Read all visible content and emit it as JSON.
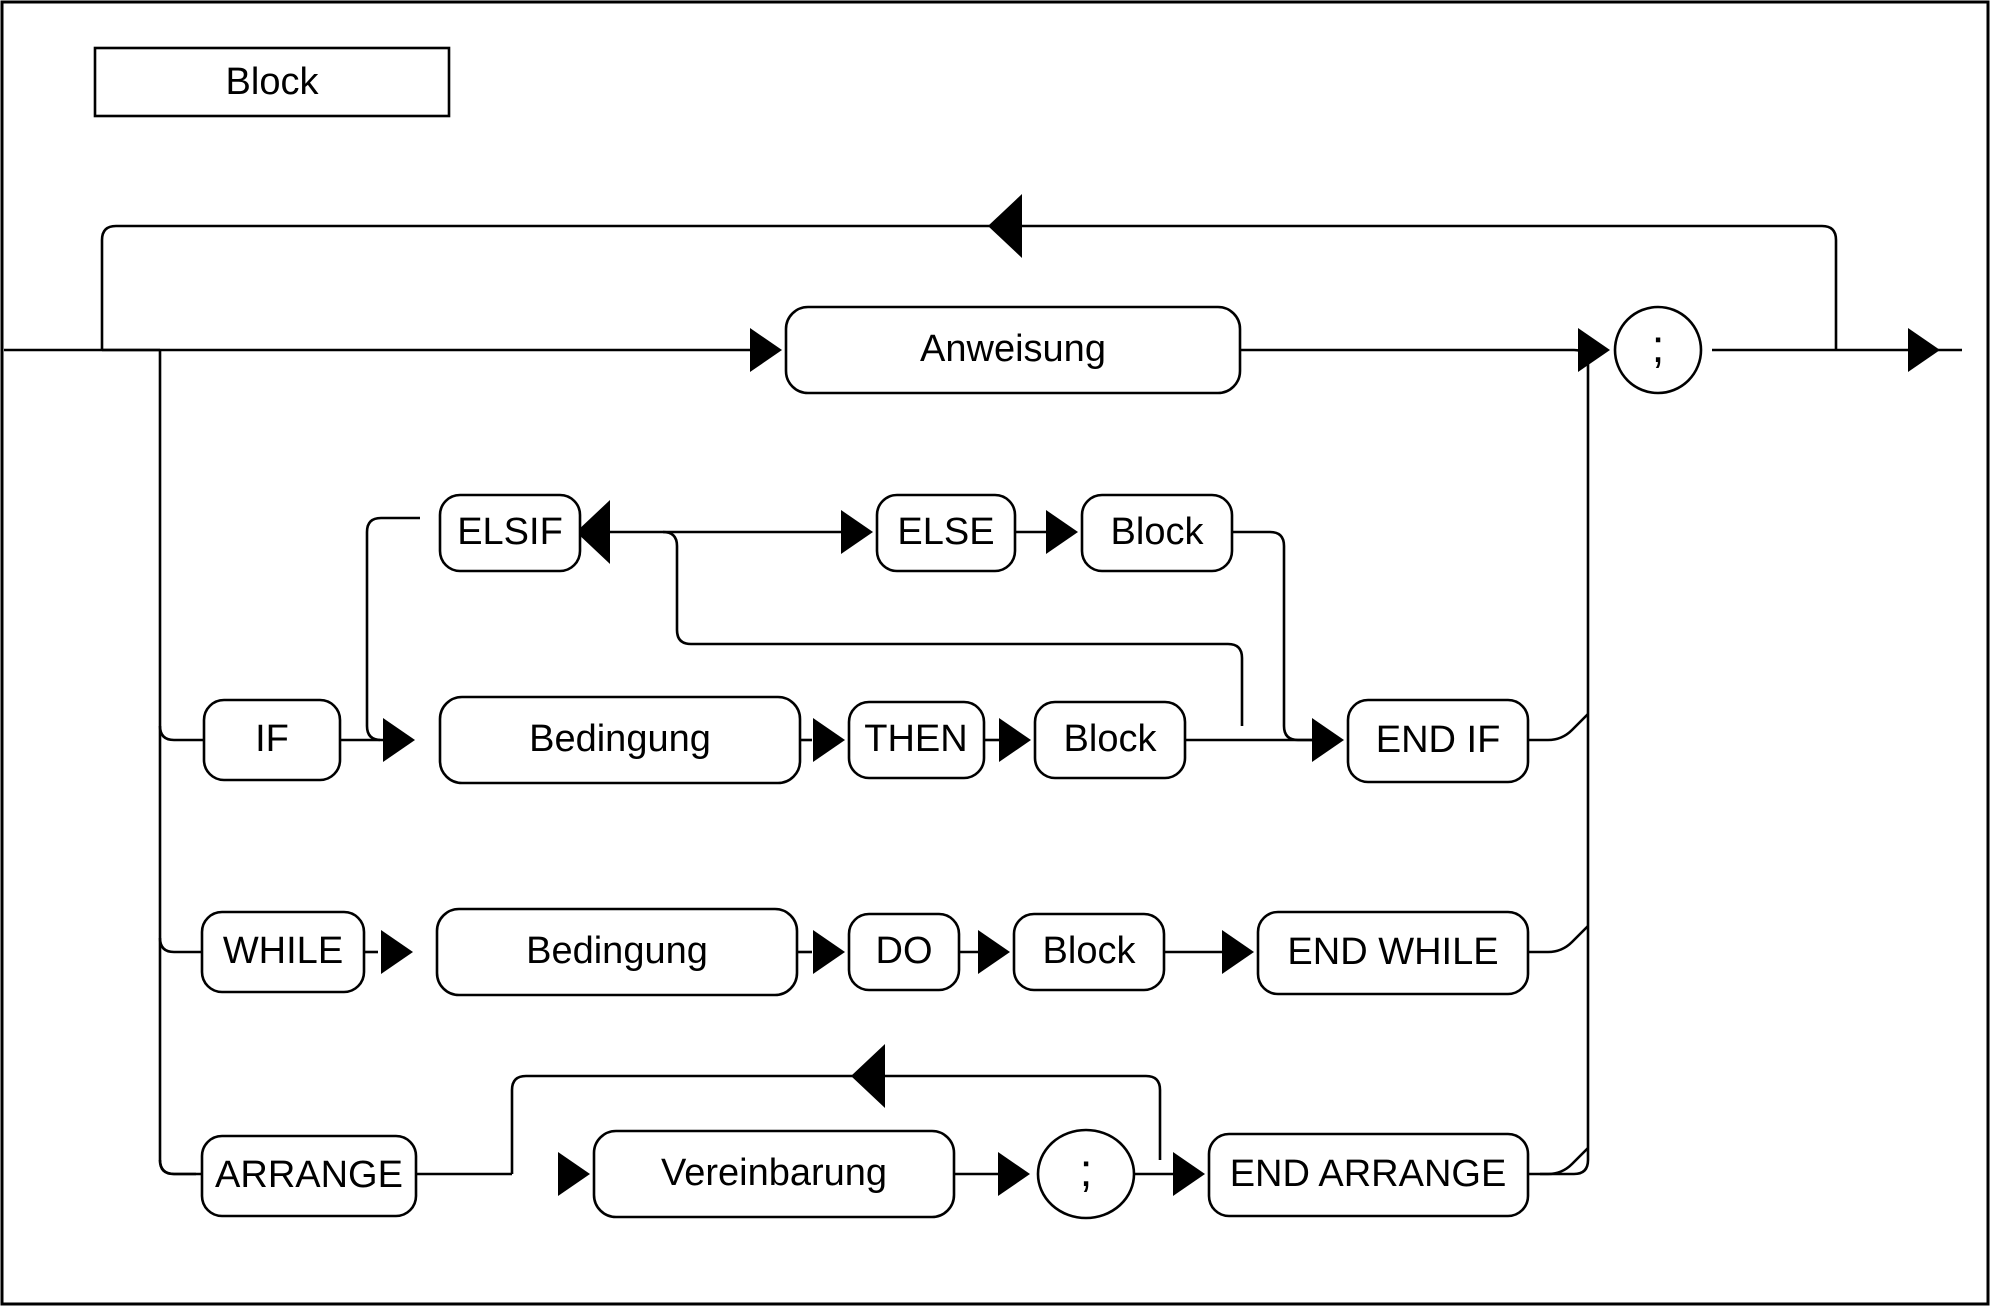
{
  "diagram": {
    "kind": "railroad-syntax-diagram",
    "language": "German",
    "title": "Block",
    "colors": {
      "background": "#ffffff",
      "stroke": "#000000",
      "node_fill": "#ffffff"
    },
    "title_box": {
      "label": "Block",
      "shape": "rectangle"
    },
    "nodes": {
      "anweisung": {
        "label": "Anweisung",
        "shape": "rounded-rect",
        "type": "nonterminal"
      },
      "semicolon_main": {
        "label": ";",
        "shape": "circle",
        "type": "terminal"
      },
      "elsif": {
        "label": "ELSIF",
        "shape": "rounded-rect",
        "type": "terminal"
      },
      "else": {
        "label": "ELSE",
        "shape": "rounded-rect",
        "type": "terminal"
      },
      "else_block": {
        "label": "Block",
        "shape": "rounded-rect",
        "type": "nonterminal"
      },
      "if": {
        "label": "IF",
        "shape": "rounded-rect",
        "type": "terminal"
      },
      "if_bedingung": {
        "label": "Bedingung",
        "shape": "rounded-rect",
        "type": "nonterminal"
      },
      "then": {
        "label": "THEN",
        "shape": "rounded-rect",
        "type": "terminal"
      },
      "then_block": {
        "label": "Block",
        "shape": "rounded-rect",
        "type": "nonterminal"
      },
      "end_if": {
        "label": "END IF",
        "shape": "rounded-rect",
        "type": "terminal"
      },
      "while": {
        "label": "WHILE",
        "shape": "rounded-rect",
        "type": "terminal"
      },
      "while_bedingung": {
        "label": "Bedingung",
        "shape": "rounded-rect",
        "type": "nonterminal"
      },
      "do": {
        "label": "DO",
        "shape": "rounded-rect",
        "type": "terminal"
      },
      "while_block": {
        "label": "Block",
        "shape": "rounded-rect",
        "type": "nonterminal"
      },
      "end_while": {
        "label": "END WHILE",
        "shape": "rounded-rect",
        "type": "terminal"
      },
      "arrange": {
        "label": "ARRANGE",
        "shape": "rounded-rect",
        "type": "terminal"
      },
      "vereinbarung": {
        "label": "Vereinbarung",
        "shape": "rounded-rect",
        "type": "nonterminal"
      },
      "semicolon_arrange": {
        "label": ";",
        "shape": "circle",
        "type": "terminal"
      },
      "end_arrange": {
        "label": "END ARRANGE",
        "shape": "rounded-rect",
        "type": "terminal"
      }
    },
    "rows": [
      {
        "name": "main-statement-row",
        "sequence": [
          "Anweisung",
          ";"
        ]
      },
      {
        "name": "elsif-else-row",
        "sequence": [
          "ELSIF",
          "ELSE",
          "Block"
        ]
      },
      {
        "name": "if-row",
        "sequence": [
          "IF",
          "Bedingung",
          "THEN",
          "Block",
          "END IF"
        ]
      },
      {
        "name": "while-row",
        "sequence": [
          "WHILE",
          "Bedingung",
          "DO",
          "Block",
          "END WHILE"
        ]
      },
      {
        "name": "arrange-row",
        "sequence": [
          "ARRANGE",
          "Vereinbarung",
          ";",
          "END ARRANGE"
        ]
      }
    ],
    "loops": [
      {
        "name": "statement-repeat-loop",
        "direction": "left"
      },
      {
        "name": "elsif-repeat-loop",
        "direction": "left"
      },
      {
        "name": "vereinbarung-repeat-loop",
        "direction": "left"
      }
    ]
  }
}
